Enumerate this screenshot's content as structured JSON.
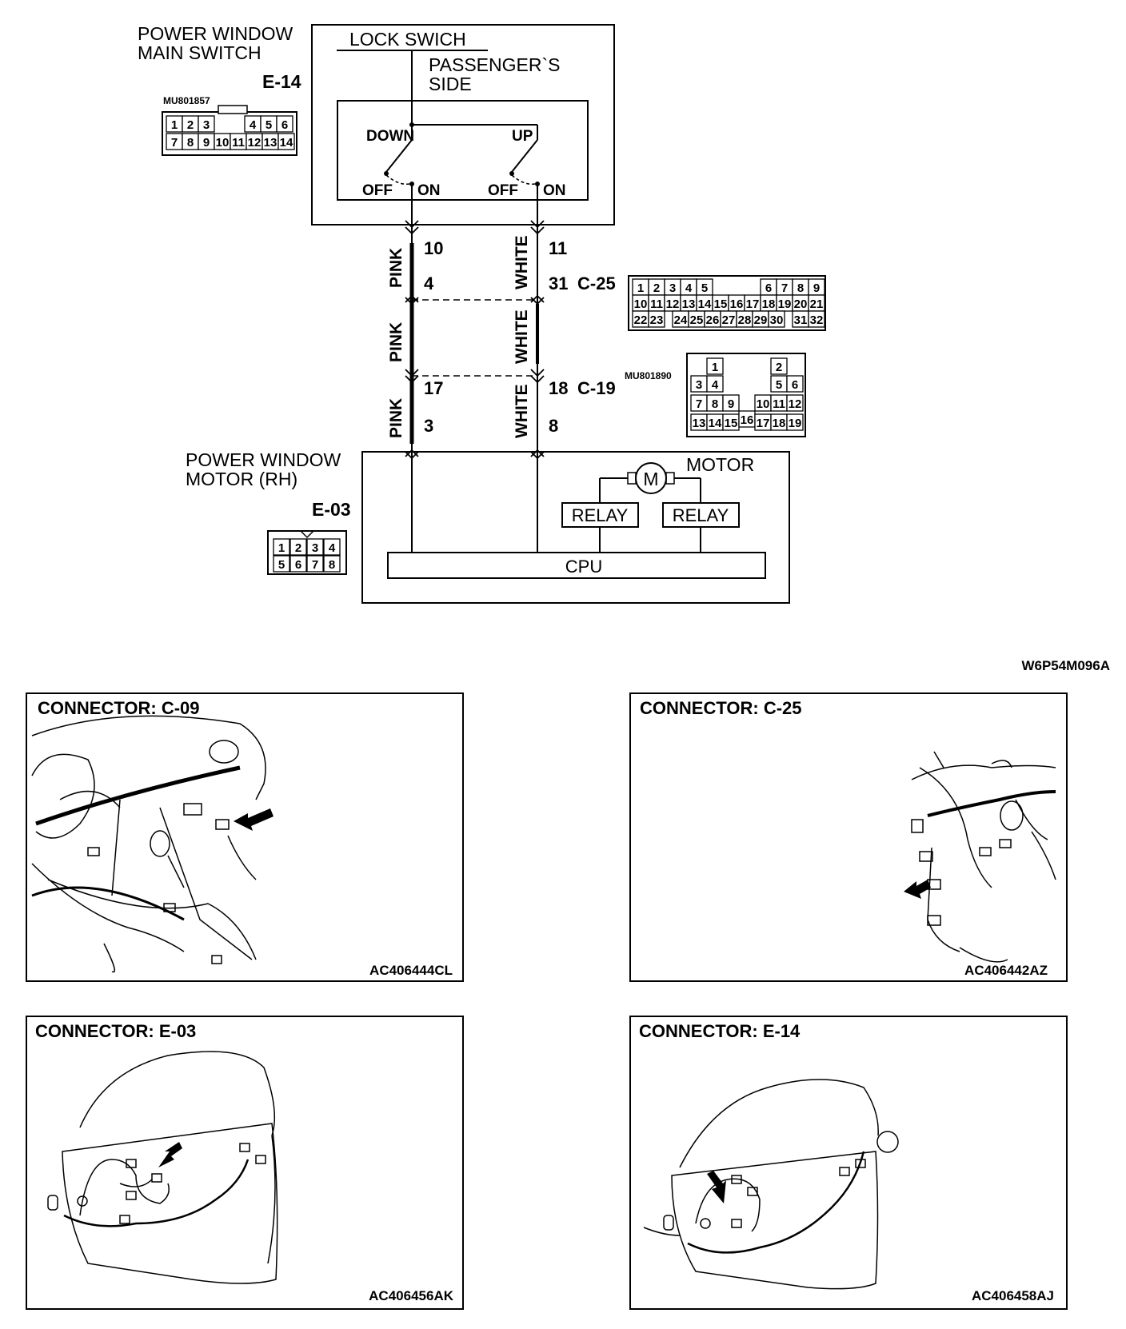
{
  "main_switch": {
    "title_line1": "POWER WINDOW",
    "title_line2": "MAIN SWITCH",
    "code": "E-14",
    "part_no": "MU801857",
    "pins_row1": [
      "1",
      "2",
      "3",
      "4",
      "5",
      "6"
    ],
    "pins_row2": [
      "7",
      "8",
      "9",
      "10",
      "11",
      "12",
      "13",
      "14"
    ],
    "lock_label": "LOCK SWICH",
    "side_line1": "PASSENGER`S",
    "side_line2": "SIDE",
    "down": "DOWN",
    "up": "UP",
    "off": "OFF",
    "on": "ON"
  },
  "wires": {
    "left_color": "PINK",
    "right_color": "WHITE",
    "pins": {
      "l1": "10",
      "l2": "4",
      "l3": "17",
      "l4": "3",
      "r1": "11",
      "r2": "31",
      "r3": "18",
      "r4": "8"
    }
  },
  "c25": {
    "code": "C-25",
    "row1": [
      "1",
      "2",
      "3",
      "4",
      "5",
      "6",
      "7",
      "8",
      "9"
    ],
    "row2": [
      "10",
      "11",
      "12",
      "13",
      "14",
      "15",
      "16",
      "17",
      "18",
      "19",
      "20",
      "21"
    ],
    "row3": [
      "22",
      "23",
      "24",
      "25",
      "26",
      "27",
      "28",
      "29",
      "30",
      "31",
      "32"
    ]
  },
  "c19": {
    "code": "C-19",
    "part_no": "MU801890",
    "pins": [
      "1",
      "2",
      "3",
      "4",
      "5",
      "6",
      "7",
      "8",
      "9",
      "10",
      "11",
      "12",
      "13",
      "14",
      "15",
      "16",
      "17",
      "18",
      "19"
    ]
  },
  "motor": {
    "title_line1": "POWER WINDOW",
    "title_line2": "MOTOR (RH)",
    "code": "E-03",
    "pins": [
      "1",
      "2",
      "3",
      "4",
      "5",
      "6",
      "7",
      "8"
    ],
    "motor_label": "MOTOR",
    "motor_symbol": "M",
    "relay1": "RELAY",
    "relay2": "RELAY",
    "cpu": "CPU"
  },
  "figure_code": "W6P54M096A",
  "panels": [
    {
      "title": "CONNECTOR: C-09",
      "code": "AC406444CL"
    },
    {
      "title": "CONNECTOR: C-25",
      "code": "AC406442AZ"
    },
    {
      "title": "CONNECTOR: E-03",
      "code": "AC406456AK"
    },
    {
      "title": "CONNECTOR: E-14",
      "code": "AC406458AJ"
    }
  ]
}
